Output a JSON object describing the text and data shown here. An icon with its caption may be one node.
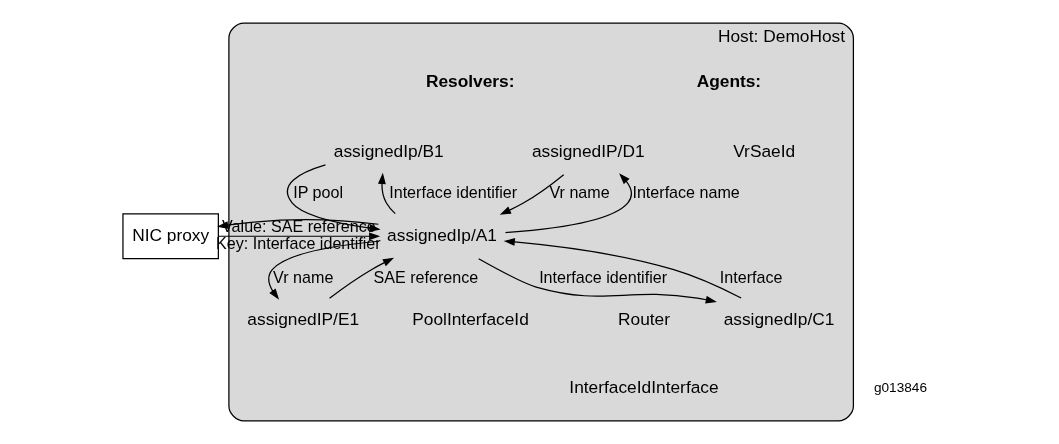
{
  "diagram": {
    "nodes": [
      {
        "text": [
          "Host: DemoHost"
        ]
      },
      {
        "text": [
          "NIC proxy"
        ]
      },
      {
        "text": [
          "assignedIp/B1"
        ],
        "in": 0
      },
      {
        "text": [
          "assignedIp/A1"
        ],
        "in": 0
      },
      {
        "text": [
          "assignedIP/D1"
        ],
        "in": 0
      },
      {
        "text": [
          "assignedIP/E1"
        ],
        "in": 0
      },
      {
        "text": [
          "assignedIp/C1"
        ],
        "in": 0
      }
    ],
    "edges": [
      {
        "from": 2,
        "to": 3,
        "arrow": "to",
        "label": "IP pool"
      },
      {
        "from": 3,
        "to": 2,
        "arrow": "to",
        "label": "Interface identifier"
      },
      {
        "from": 3,
        "to": 4,
        "arrow": "to",
        "label": "Interface name"
      },
      {
        "from": 4,
        "to": 3,
        "arrow": "to",
        "label": "Vr name"
      },
      {
        "from": 1,
        "to": 3,
        "arrow": "to",
        "label": "Key: Interface identifier"
      },
      {
        "from": 3,
        "to": 1,
        "arrow": "to",
        "label": "Value: SAE reference"
      },
      {
        "from": 3,
        "to": 5,
        "arrow": "to",
        "label": "Vr name"
      },
      {
        "from": 5,
        "to": 3,
        "arrow": "to",
        "label": "SAE reference"
      },
      {
        "from": 3,
        "to": 6,
        "arrow": "to",
        "label": "Interface identifier"
      },
      {
        "from": 6,
        "to": 3,
        "arrow": "to",
        "label": "Interface"
      }
    ],
    "labels": [
      "Resolvers:",
      "Agents:",
      "VrSaeId",
      "PoolInterfaceId",
      "Router",
      "InterfaceIdInterface",
      "g013846"
    ]
  }
}
